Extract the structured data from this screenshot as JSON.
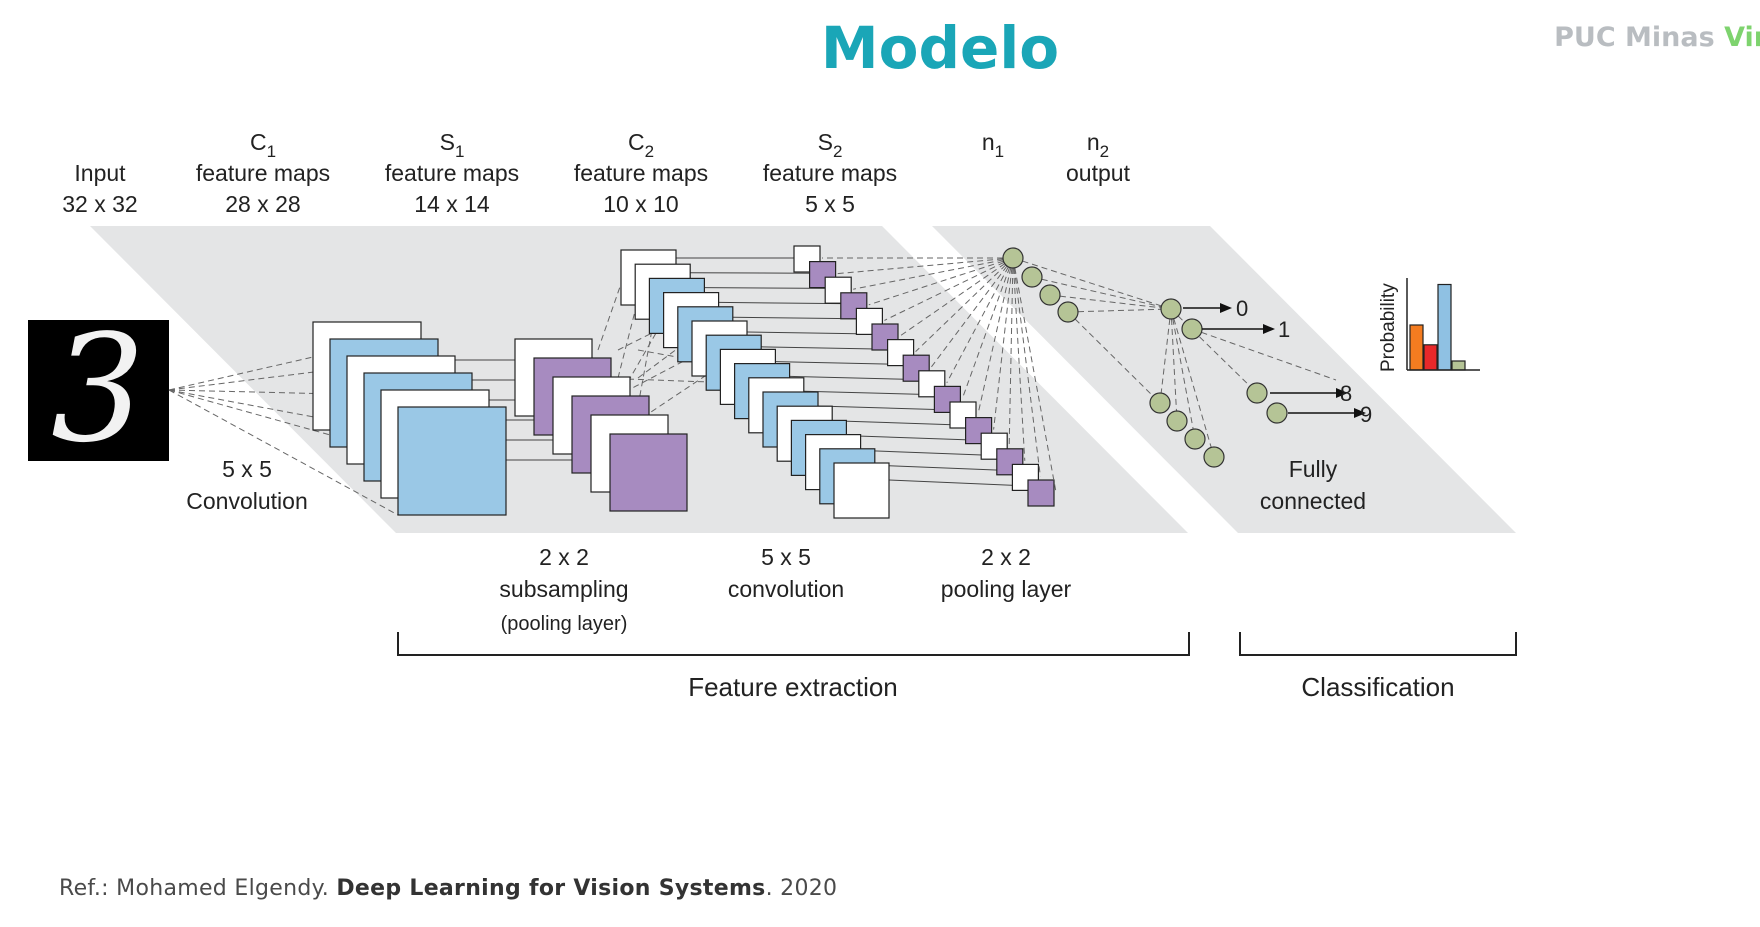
{
  "slide": {
    "title": "Modelo",
    "title_color": "#1aa6b7",
    "brand_prefix": "PUC Minas ",
    "brand_highlight": "Virt",
    "ref_prefix": "Ref.: Mohamed Elgendy. ",
    "ref_book": "Deep Learning for Vision Systems",
    "ref_suffix": ". 2020"
  },
  "diagram": {
    "input_glyph": "3",
    "headers": {
      "input": {
        "l1": "Input",
        "l2": "32 x 32"
      },
      "c1": {
        "main": "C",
        "sub": "1",
        "l2": "feature maps",
        "l3": "28 x 28"
      },
      "s1": {
        "main": "S",
        "sub": "1",
        "l2": "feature maps",
        "l3": "14 x 14"
      },
      "c2": {
        "main": "C",
        "sub": "2",
        "l2": "feature maps",
        "l3": "10 x 10"
      },
      "s2": {
        "main": "S",
        "sub": "2",
        "l2": "feature maps",
        "l3": "5 x 5"
      },
      "n1": {
        "main": "n",
        "sub": "1"
      },
      "n2": {
        "main": "n",
        "sub": "2",
        "l2": "output"
      }
    },
    "ops": {
      "conv1": {
        "l1": "5 x 5",
        "l2": "Convolution"
      },
      "sub1": {
        "l1": "2 x 2",
        "l2": "subsampling",
        "l3": "(pooling layer)"
      },
      "conv2": {
        "l1": "5 x 5",
        "l2": "convolution"
      },
      "pool2": {
        "l1": "2 x 2",
        "l2": "pooling layer"
      },
      "fc": {
        "l1": "Fully",
        "l2": "connected"
      }
    },
    "outputs": [
      "0",
      "1",
      "8",
      "9"
    ],
    "prob_label": "Probability",
    "prob_bars": [
      0.5,
      0.28,
      0.95,
      0.1
    ],
    "sections": {
      "feature": "Feature extraction",
      "classification": "Classification"
    },
    "colors": {
      "blue": "#9ac8e6",
      "purple": "#a78bc0",
      "node": "#b5c496",
      "panel": "#e4e5e6",
      "bar_orange": "#f47c20",
      "bar_red": "#e8282a",
      "bar_blue": "#8fc1e3",
      "bar_green": "#b5c496"
    }
  }
}
